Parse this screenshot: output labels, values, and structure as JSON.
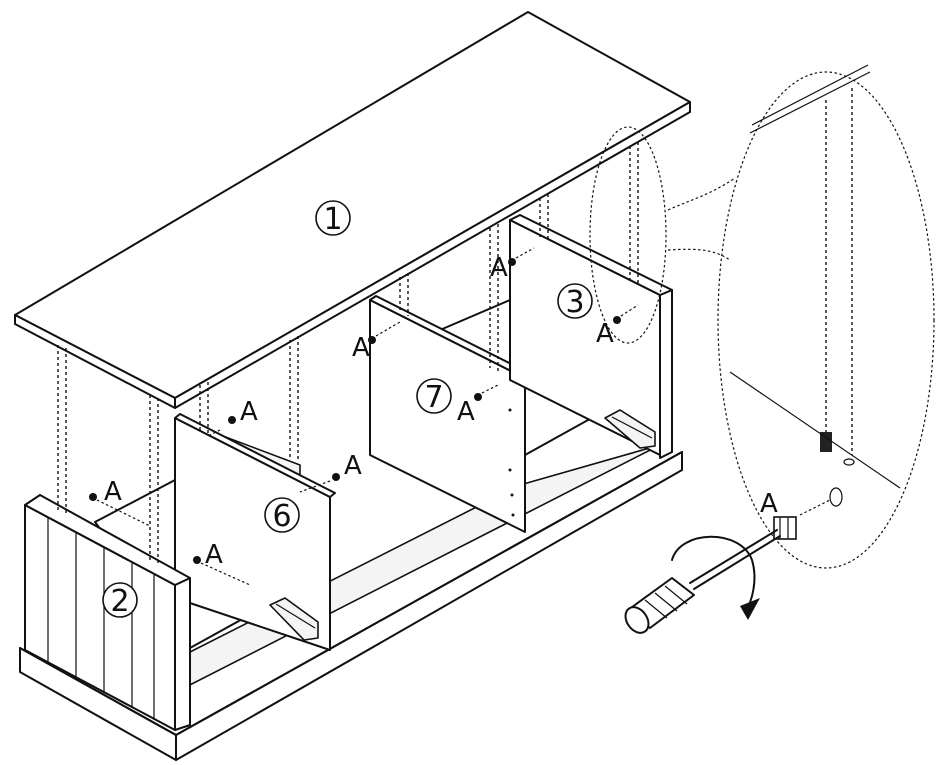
{
  "diagram": {
    "parts": [
      {
        "id": "part-1",
        "label": "1"
      },
      {
        "id": "part-2",
        "label": "2"
      },
      {
        "id": "part-3",
        "label": "3"
      },
      {
        "id": "part-6",
        "label": "6"
      },
      {
        "id": "part-7",
        "label": "7"
      }
    ],
    "fitting_label": "A"
  }
}
